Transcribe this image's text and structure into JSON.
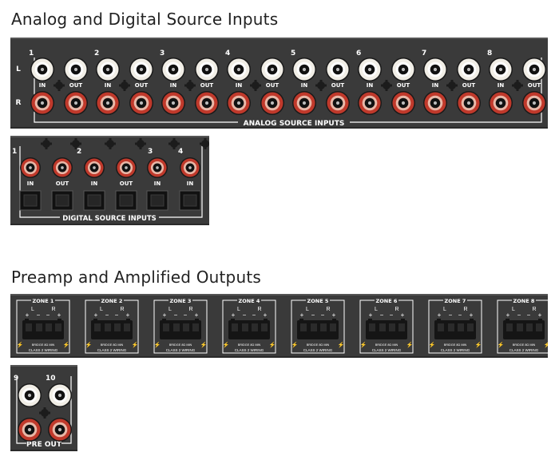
{
  "sections": {
    "inputs_title": "Analog and Digital Source Inputs",
    "outputs_title": "Preamp and Amplified Outputs"
  },
  "analog": {
    "row_labels": [
      "L",
      "R"
    ],
    "channels": [
      "1",
      "2",
      "3",
      "4",
      "5",
      "6",
      "7",
      "8"
    ],
    "in_label": "IN",
    "out_label": "OUT",
    "panel_label": "ANALOG SOURCE INPUTS"
  },
  "digital": {
    "channels": [
      "1",
      "2",
      "3",
      "4"
    ],
    "jack_labels": [
      "IN",
      "OUT",
      "IN",
      "OUT",
      "IN",
      "IN"
    ],
    "panel_label": "DIGITAL SOURCE INPUTS"
  },
  "zones": {
    "names": [
      "ZONE 1",
      "ZONE 2",
      "ZONE 3",
      "ZONE 4",
      "ZONE 5",
      "ZONE 6",
      "ZONE 7",
      "ZONE 8"
    ],
    "lr_labels": [
      "L",
      "R"
    ],
    "polarity": [
      "+",
      "−",
      "−",
      "+"
    ],
    "bridge_text": "BRIDGE 8Ω MIN",
    "wiring_text": "CLASS 2 WIRING"
  },
  "preout": {
    "channels": [
      "9",
      "10"
    ],
    "panel_label": "PRE OUT"
  },
  "colors": {
    "panel": "#3a3a3a",
    "white_jack": "#f1eee6",
    "red_jack": "#c0392b",
    "text": "#ffffff"
  }
}
